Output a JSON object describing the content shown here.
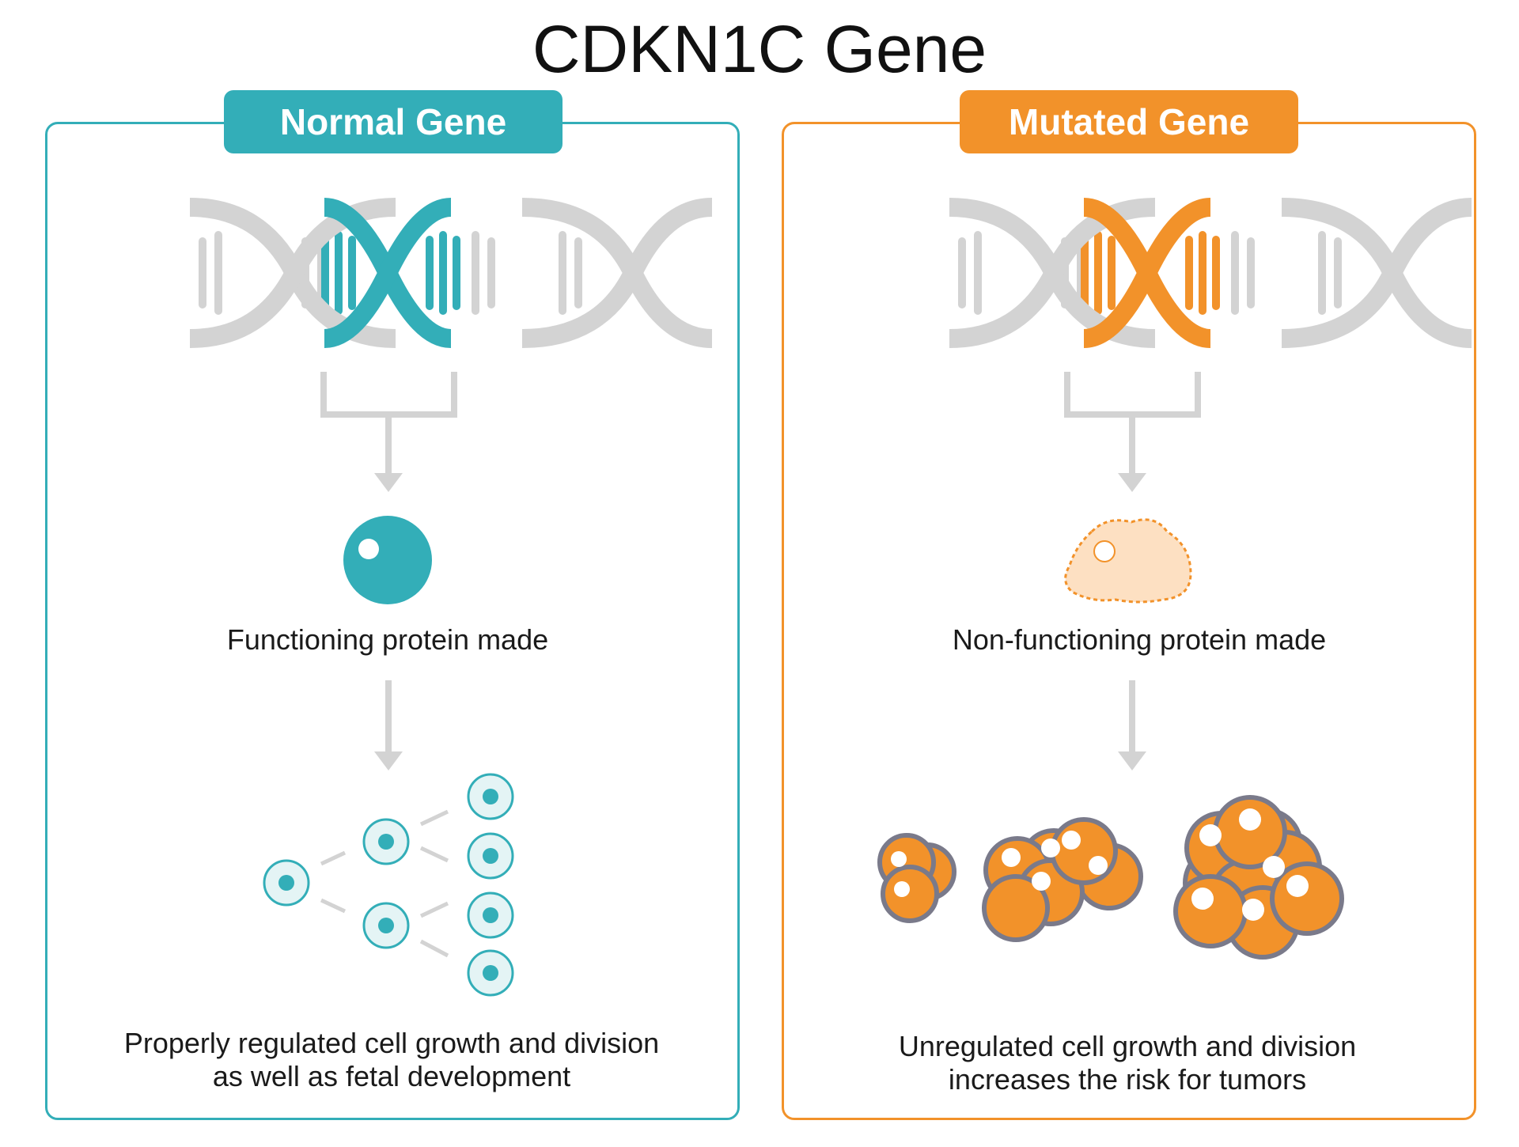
{
  "title": "CDKN1C Gene",
  "colors": {
    "normal": "#33aeb8",
    "mutated": "#f2922a",
    "neutral": "#d3d3d3",
    "cell_outline": "#7a7a8a",
    "protein_fill": "#fde0c2"
  },
  "panels": {
    "normal": {
      "heading": "Normal Gene",
      "icons": [
        "dna-helix-icon",
        "protein-sphere-icon",
        "dividing-cells-icon"
      ],
      "protein_label": "Functioning protein made",
      "outcome_line1": "Properly regulated cell growth and division",
      "outcome_line2": "as well as fetal development"
    },
    "mutated": {
      "heading": "Mutated Gene",
      "icons": [
        "dna-helix-icon",
        "misshapen-protein-icon",
        "tumor-cell-cluster-icon"
      ],
      "protein_label": "Non-functioning protein made",
      "outcome_line1": "Unregulated cell growth and division",
      "outcome_line2": "increases the risk for tumors"
    }
  }
}
